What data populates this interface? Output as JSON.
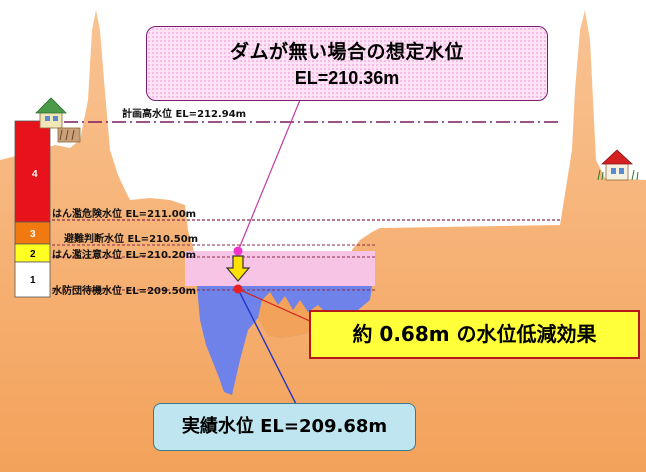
{
  "levels": {
    "plan_high": "計画高水位 EL=212.94m",
    "danger": "はん濫危険水位 EL=211.00m",
    "evacuation": "避難判断水位 EL=210.50m",
    "caution": "はん濫注意水位 EL=210.20m",
    "standby": "水防団待機水位 EL=209.50m"
  },
  "level_boxes": [
    {
      "number": "4",
      "color": "#e8121b",
      "text_color": "#ffffff"
    },
    {
      "number": "3",
      "color": "#f07a10",
      "text_color": "#ffffff"
    },
    {
      "number": "2",
      "color": "#ffff22",
      "text_color": "#000000"
    },
    {
      "number": "1",
      "color": "#ffffff",
      "text_color": "#000000"
    }
  ],
  "callouts": {
    "no_dam_title": "ダムが無い場合の想定水位",
    "no_dam_value": "EL=210.36m",
    "effect": "約 0.68m の水位低減効果",
    "actual": "実績水位 EL=209.68m"
  },
  "colors": {
    "terrain": "#f6b16e",
    "actual_water": "#6f82ea",
    "assumed_water": "#f8c4e6"
  }
}
